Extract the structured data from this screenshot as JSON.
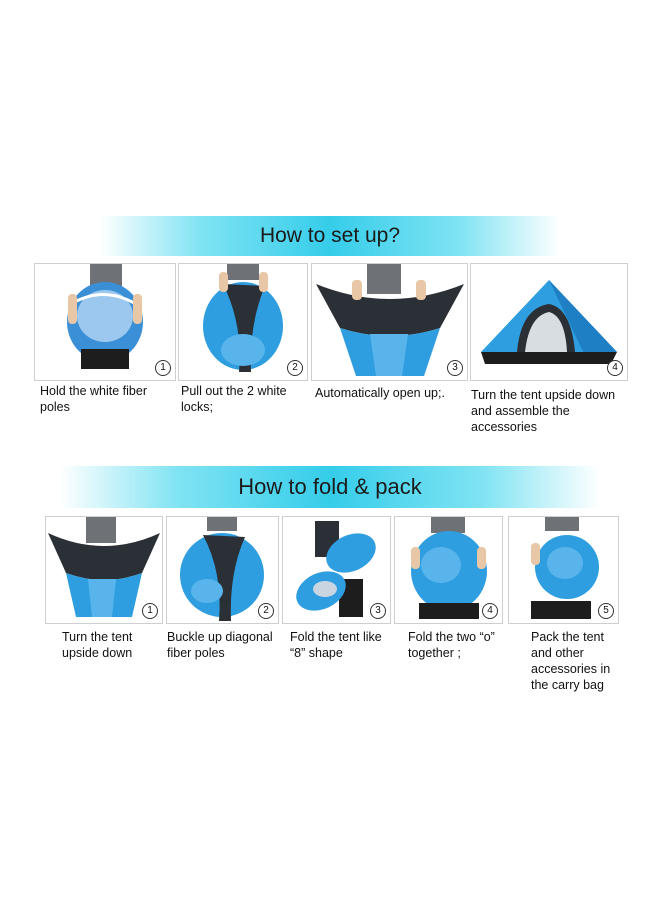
{
  "setup": {
    "title": "How to set up?",
    "steps": [
      {
        "num": "1",
        "caption": "Hold the white fiber poles"
      },
      {
        "num": "2",
        "caption": "Pull out the  2 white locks;"
      },
      {
        "num": "3",
        "caption": "Automatically open up;."
      },
      {
        "num": "4",
        "caption": "Turn the tent upside down and assemble the accessories"
      }
    ]
  },
  "fold": {
    "title": "How to fold & pack",
    "steps": [
      {
        "num": "1",
        "caption": "Turn the tent upside down"
      },
      {
        "num": "2",
        "caption": "Buckle up diagonal fiber poles"
      },
      {
        "num": "3",
        "caption": "Fold the tent like “8”  shape"
      },
      {
        "num": "4",
        "caption": "Fold the two  “o”  together ;"
      },
      {
        "num": "5",
        "caption": "Pack the tent and other accessories in the carry bag"
      }
    ]
  },
  "colors": {
    "tent_blue": "#2f9ee0",
    "tent_dark": "#2b2f36",
    "banner": "#35cdea"
  }
}
